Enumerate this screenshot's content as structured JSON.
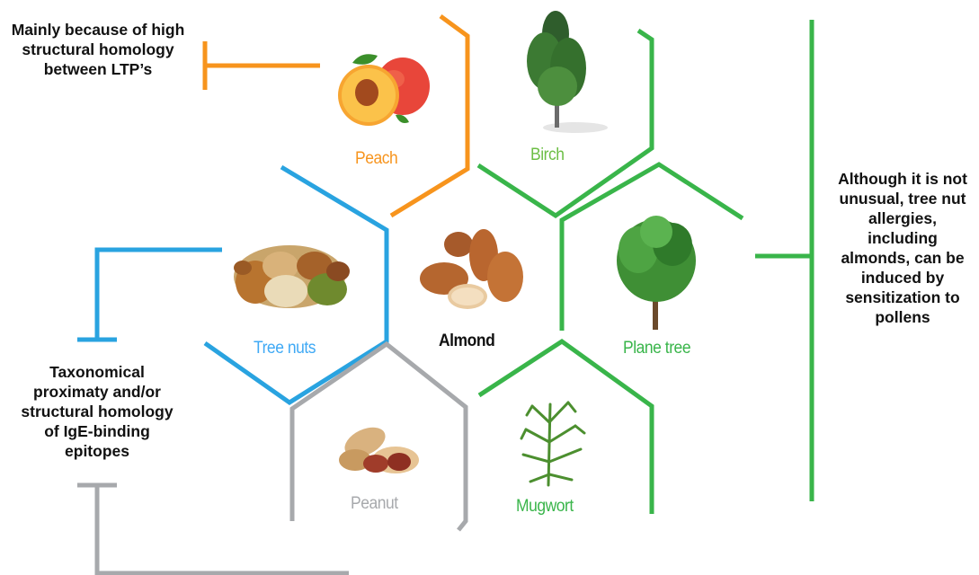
{
  "center": {
    "label": "Almond",
    "icon": "almond-icon"
  },
  "nodes": {
    "peach": {
      "label": "Peach",
      "color": "#f7941d",
      "icon": "peach-icon"
    },
    "birch": {
      "label": "Birch",
      "color": "#6cbe45",
      "icon": "birch-tree-icon"
    },
    "tree_nuts": {
      "label": "Tree nuts",
      "color": "#3fa9f5",
      "icon": "mixed-nuts-icon"
    },
    "plane_tree": {
      "label": "Plane tree",
      "color": "#39b54a",
      "icon": "plane-tree-icon"
    },
    "peanut": {
      "label": "Peanut",
      "color": "#a7a9ac",
      "icon": "peanut-icon"
    },
    "mugwort": {
      "label": "Mugwort",
      "color": "#39b54a",
      "icon": "mugwort-icon"
    }
  },
  "notes": {
    "ltp": "Mainly because of high structural homology between LTP’s",
    "taxonomical": "Taxonomical proximaty and/or structural homology of IgE-binding epitopes",
    "pollen": "Although it is not unusual, tree nut allergies, including almonds, can be induced by sensitization to pollens"
  },
  "colors": {
    "orange": "#f7941d",
    "green": "#39b54a",
    "blue": "#29a3e0",
    "gray": "#a7a9ac"
  }
}
